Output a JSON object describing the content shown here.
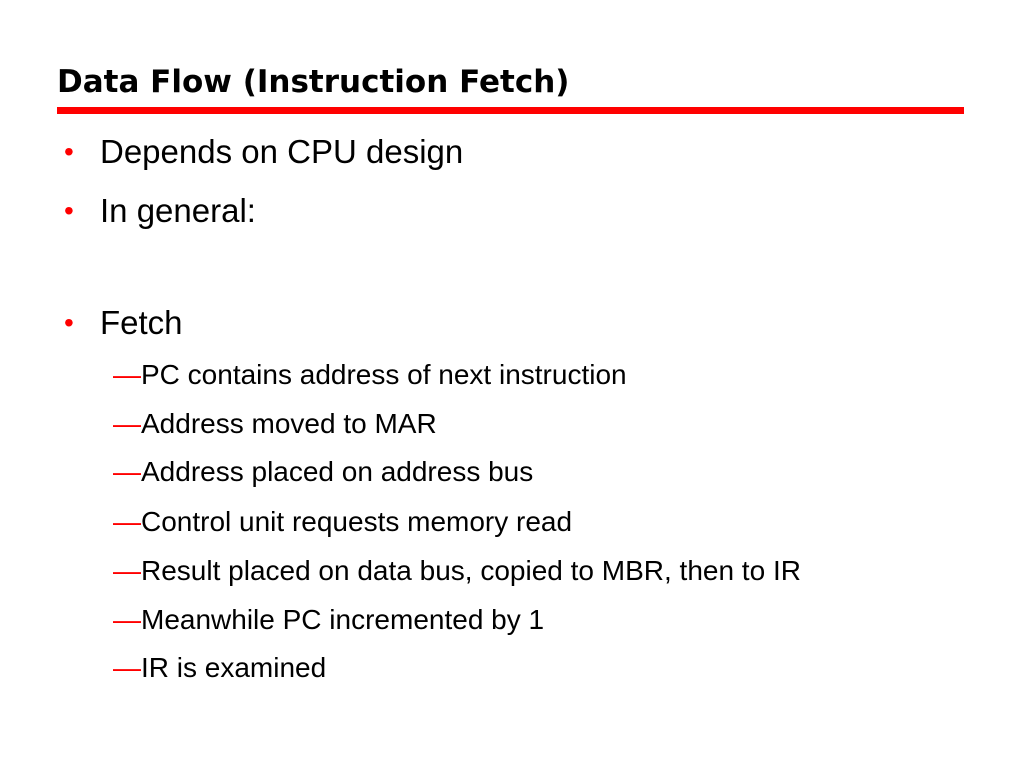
{
  "slide": {
    "title": "Data Flow (Instruction Fetch)",
    "accent_color": "#ff0000",
    "bullet_marker": "•",
    "sub_marker": "—",
    "bullets": [
      {
        "text": "Depends on CPU design"
      },
      {
        "text": "In general:"
      },
      {
        "text": "Fetch"
      }
    ],
    "fetch_steps": [
      {
        "text": "PC contains address of next instruction"
      },
      {
        "text": "Address moved to MAR"
      },
      {
        "text": "Address placed on address bus"
      },
      {
        "text": "Control unit requests memory read"
      },
      {
        "text": "Result placed on data bus, copied to MBR, then to IR"
      },
      {
        "text": "Meanwhile PC incremented by 1"
      },
      {
        "text": "IR is examined"
      }
    ]
  }
}
